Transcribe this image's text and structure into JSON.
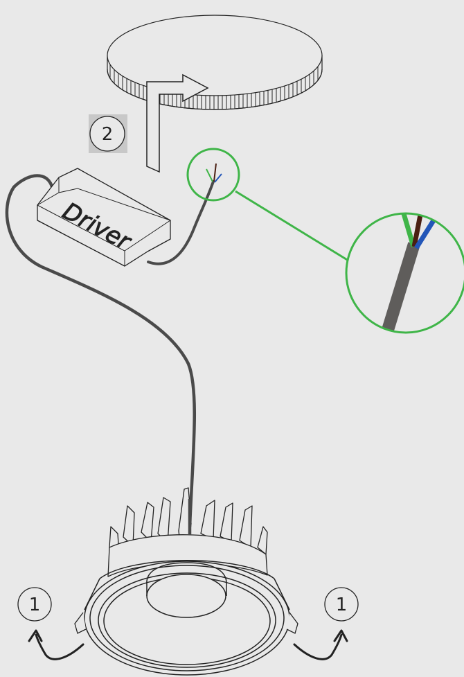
{
  "diagram": {
    "driver_label": "Driver",
    "steps": {
      "step1_left": "1",
      "step1_right": "1",
      "step2": "2"
    }
  },
  "colors": {
    "background": "#e9e9e9",
    "line": "#222222",
    "cable": "#4a4a4a",
    "cable_detail": "#5f5d5b",
    "wire_green": "#3fb548",
    "wire_brown": "#4a1f12",
    "wire_blue": "#2356b8",
    "callout_circle": "#3fb548",
    "step2_badge_bg": "#c8c8c8"
  },
  "icons": {
    "rotate_arrows": "curved-arrow-icon",
    "insert_arrow": "bent-arrow-icon"
  }
}
